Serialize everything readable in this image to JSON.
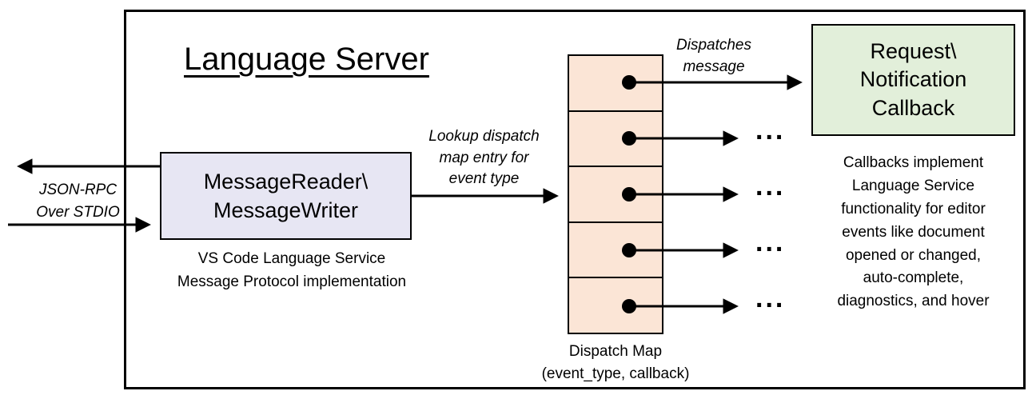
{
  "diagram": {
    "title": "Language Server",
    "io_label": "JSON-RPC\nOver STDIO",
    "reader_box_label": "MessageReader\\\nMessageWriter",
    "reader_caption": "VS Code Language Service\nMessage Protocol implementation",
    "lookup_label": "Lookup dispatch\nmap entry for\nevent type",
    "dispatches_label": "Dispatches\nmessage",
    "callback_box_label": "Request\\\nNotification\nCallback",
    "callback_caption": "Callbacks implement\nLanguage Service\nfunctionality for editor\nevents like document\nopened or changed,\nauto-complete,\ndiagnostics, and hover",
    "dispatch_map_caption": "Dispatch Map\n(event_type, callback)",
    "ellipsis": "...",
    "colors": {
      "reader_fill": "#e7e6f3",
      "dispatch_fill": "#fbe5d6",
      "callback_fill": "#e2efda",
      "line": "#000000"
    }
  }
}
